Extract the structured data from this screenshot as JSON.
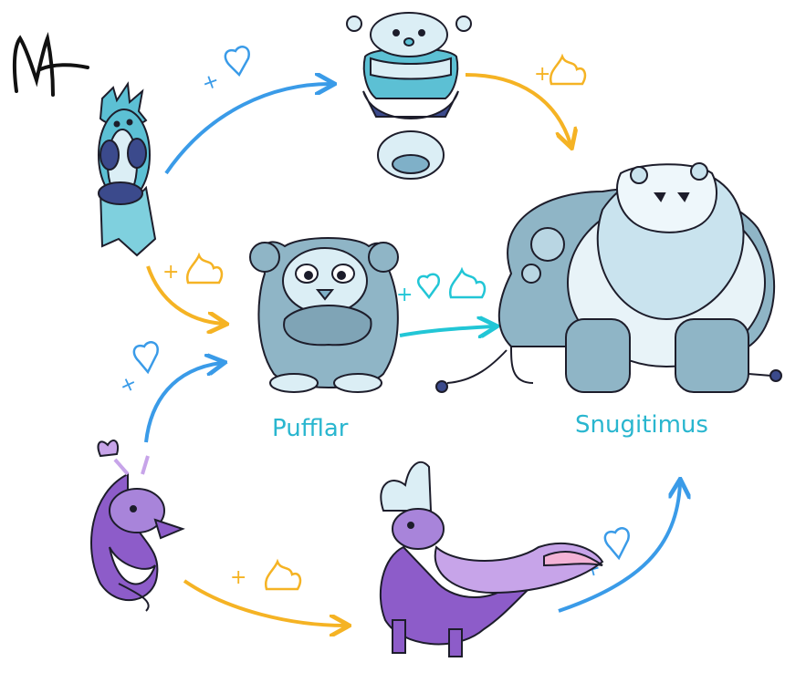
{
  "signature": "M",
  "labels": {
    "pufflar": "Pufflar",
    "snugitimus": "Snugitimus"
  },
  "plus": "+",
  "colors": {
    "blue_arrow": "#3a9be8",
    "gold_arrow": "#f5b324",
    "cyan_arrow": "#22c6d6",
    "icy_blue": "#7fb0c8",
    "pale_blue": "#dbeef5",
    "teal": "#5cc0d4",
    "navy": "#3b4a8c",
    "purple": "#8d5cc9",
    "lavender": "#c7a4e9",
    "pink": "#f3b3d6",
    "outline": "#1d1d2b"
  },
  "icons": {
    "heart_symbol": "heart-icon",
    "fire_symbol": "flame-icon"
  }
}
